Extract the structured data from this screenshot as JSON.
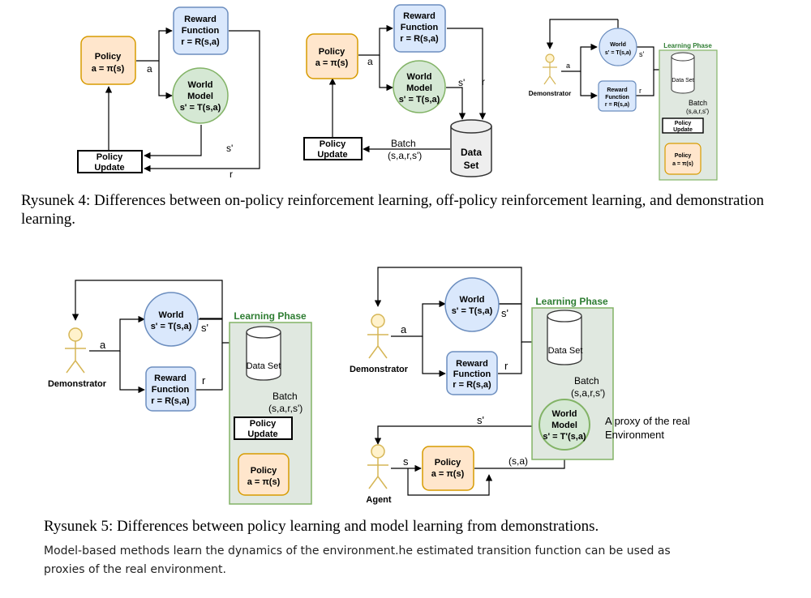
{
  "diagram1": {
    "policy": [
      "Policy",
      "a = π(s)"
    ],
    "reward": [
      "Reward",
      "Function",
      "r = R(s,a)"
    ],
    "world": [
      "World",
      "Model",
      "s' = T(s,a)"
    ],
    "update": [
      "Policy",
      "Update"
    ],
    "label_a": "a",
    "label_s": "s'",
    "label_r": "r"
  },
  "diagram2": {
    "policy": [
      "Policy",
      "a = π(s)"
    ],
    "reward": [
      "Reward",
      "Function",
      "r = R(s,a)"
    ],
    "world": [
      "World",
      "Model",
      "s' = T(s,a)"
    ],
    "update": [
      "Policy",
      "Update"
    ],
    "dataset": [
      "Data",
      "Set"
    ],
    "label_a": "a",
    "label_s": "s'",
    "label_r": "r",
    "batch": [
      "Batch",
      "(s,a,r,s')"
    ]
  },
  "diagram3": {
    "demonstrator": "Demonstrator",
    "world": [
      "World",
      "s' = T(s,a)"
    ],
    "reward": [
      "Reward",
      "Function",
      "r = R(s,a)"
    ],
    "phase": "Learning Phase",
    "dataset": "Data Set",
    "batch": [
      "Batch",
      "(s,a,r,s')"
    ],
    "update": [
      "Policy",
      "Update"
    ],
    "policy": [
      "Policy",
      "a = π(s)"
    ],
    "label_a": "a",
    "label_s": "s'",
    "label_r": "r"
  },
  "caption4": "Rysunek 4: Differences between on-policy reinforcement learning, off-policy reinforcement learning, and demonstration learning.",
  "diagram4": {
    "demonstrator": "Demonstrator",
    "world": [
      "World",
      "s' = T(s,a)"
    ],
    "reward": [
      "Reward",
      "Function",
      "r = R(s,a)"
    ],
    "phase": "Learning Phase",
    "dataset": "Data Set",
    "batch": [
      "Batch",
      "(s,a,r,s')"
    ],
    "update": [
      "Policy",
      "Update"
    ],
    "policy": [
      "Policy",
      "a = π(s)"
    ],
    "label_a": "a",
    "label_s": "s'",
    "label_r": "r"
  },
  "diagram5": {
    "demonstrator": "Demonstrator",
    "agent": "Agent",
    "world": [
      "World",
      "s' = T(s,a)"
    ],
    "reward": [
      "Reward",
      "Function",
      "r = R(s,a)"
    ],
    "phase": "Learning Phase",
    "dataset": "Data Set",
    "batch": [
      "Batch",
      "(s,a,r,s')"
    ],
    "world_model": [
      "World",
      "Model",
      "s' = T'(s,a)"
    ],
    "policy": [
      "Policy",
      "a = π(s)"
    ],
    "proxy_note": [
      "A proxy of the real",
      "Environment"
    ],
    "label_a": "a",
    "label_s": "s'",
    "label_r": "r",
    "label_s_agent": "s",
    "label_sa": "(s,a)",
    "label_s_back": "s'"
  },
  "caption5": "Rysunek 5: Differences between policy learning and model learning from demonstrations.",
  "note": [
    "Model-based methods learn the dynamics of the environment.he estimated transition function can be used as",
    "proxies of the real environment."
  ],
  "colors": {
    "policy_fill": "#ffe6cc",
    "policy_stroke": "#d79b00",
    "blue_fill": "#dae8fc",
    "blue_stroke": "#6c8ebf",
    "green_fill": "#d5e8d4",
    "green_stroke": "#82b366",
    "phase_fill": "#e0e8e0",
    "proxy_red": "#ff3333"
  }
}
